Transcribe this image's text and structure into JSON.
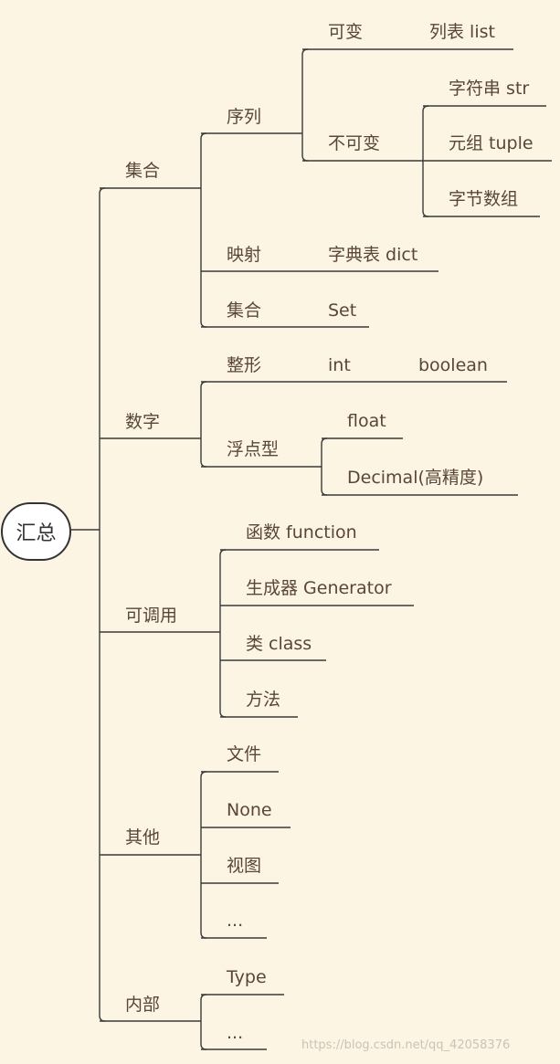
{
  "root": "汇总",
  "nodes": {
    "jihe": "集合",
    "xulie": "序列",
    "kebian": "可变",
    "liebiao": "列表 list",
    "bukebian": "不可变",
    "zifuchuan": "字符串 str",
    "yuanzu": "元组 tuple",
    "zijieshuzu": "字节数组",
    "yingshe": "映射",
    "zidian": "字典表 dict",
    "jihe2": "集合",
    "set": "Set",
    "shuzi": "数字",
    "zhengxing": "整形",
    "int": "int",
    "boolean": "boolean",
    "fudian": "浮点型",
    "float": "float",
    "decimal": "Decimal(高精度)",
    "kediaoyong": "可调用",
    "hanshu": "函数 function",
    "shengcheng": "生成器 Generator",
    "lei": "类 class",
    "fangfa": "方法",
    "qita": "其他",
    "wenjian": "文件",
    "none": "None",
    "shitu": "视图",
    "dots1": "...",
    "neibu": "内部",
    "type": "Type",
    "dots2": "..."
  },
  "watermark": "https://blog.csdn.net/qq_42058376"
}
